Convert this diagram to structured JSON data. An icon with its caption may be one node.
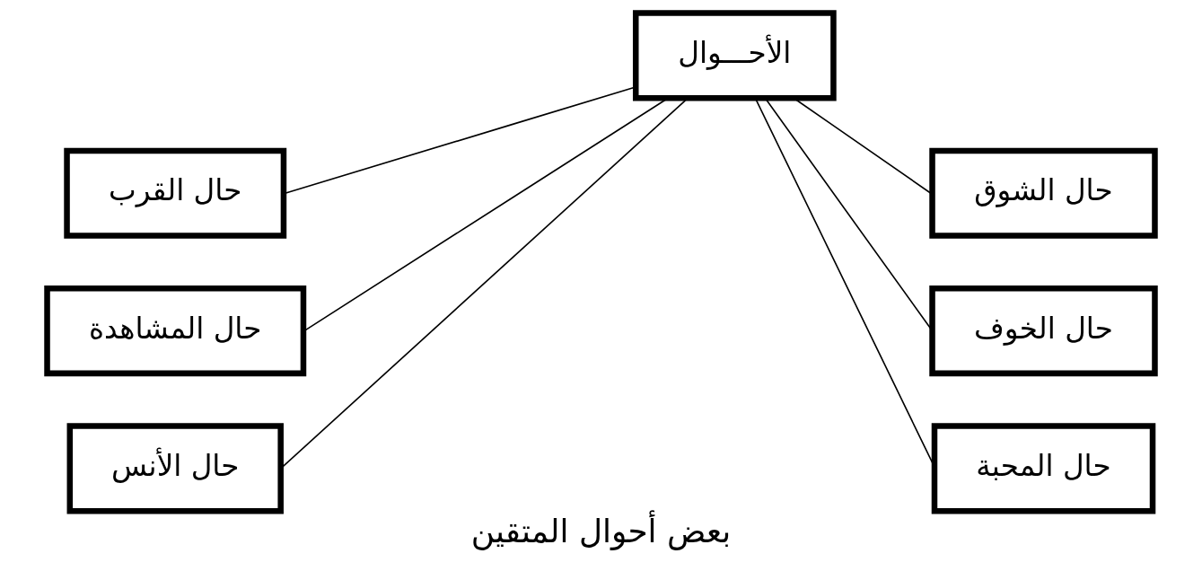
{
  "diagram": {
    "caption": "بعض أحوال المتقين",
    "nodes": [
      {
        "text": [
          "الأحـــوال"
        ]
      },
      {
        "text": [
          "حال الشوق"
        ]
      },
      {
        "text": [
          "حال الخوف"
        ]
      },
      {
        "text": [
          "حال المحبة"
        ]
      },
      {
        "text": [
          "حال القرب"
        ]
      },
      {
        "text": [
          "حال المشاهدة"
        ]
      },
      {
        "text": [
          "حال الأنس"
        ]
      }
    ],
    "edges": [
      {
        "from": 0,
        "to": 1,
        "arrow": "none"
      },
      {
        "from": 0,
        "to": 2,
        "arrow": "none"
      },
      {
        "from": 0,
        "to": 3,
        "arrow": "none"
      },
      {
        "from": 0,
        "to": 4,
        "arrow": "none"
      },
      {
        "from": 0,
        "to": 5,
        "arrow": "none"
      },
      {
        "from": 0,
        "to": 6,
        "arrow": "none"
      }
    ]
  }
}
